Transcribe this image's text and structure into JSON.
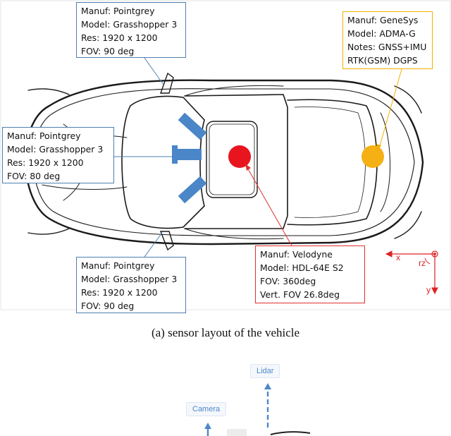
{
  "panels": {
    "front_camera": {
      "manuf": "Manuf: Pointgrey",
      "model": "Model: Grasshopper 3",
      "res": "Res: 1920 x 1200",
      "fov": "FOV: 90 deg"
    },
    "left_camera": {
      "manuf": "Manuf: Pointgrey",
      "model": "Model: Grasshopper 3",
      "res": "Res: 1920 x 1200",
      "fov": "FOV: 80 deg"
    },
    "rear_camera": {
      "manuf": "Manuf: Pointgrey",
      "model": "Model: Grasshopper 3",
      "res": "Res: 1920 x 1200",
      "fov": "FOV: 90 deg"
    },
    "gnss": {
      "manuf": "Manuf: GeneSys",
      "model": "Model: ADMA-G",
      "notes": "Notes: GNSS+IMU",
      "rtk": "RTK(GSM) DGPS"
    },
    "lidar": {
      "manuf": "Manuf: Velodyne",
      "model": "Model: HDL-64E S2",
      "fov": "FOV: 360deg",
      "vfov": "Vert. FOV 26.8deg"
    }
  },
  "axes": {
    "x": "x",
    "y": "y",
    "rz": "rz"
  },
  "caption": "(a)  sensor layout of the vehicle",
  "bottom": {
    "lidar_tag": "Lidar",
    "camera_tag": "Camera"
  },
  "colors": {
    "camera_blue": "#4a86c8",
    "lidar_red": "#e8141e",
    "gnss_orange": "#f5b014",
    "panel_blue": "#4e7fb0",
    "panel_orange": "#f0b000",
    "panel_red": "#e03030"
  }
}
